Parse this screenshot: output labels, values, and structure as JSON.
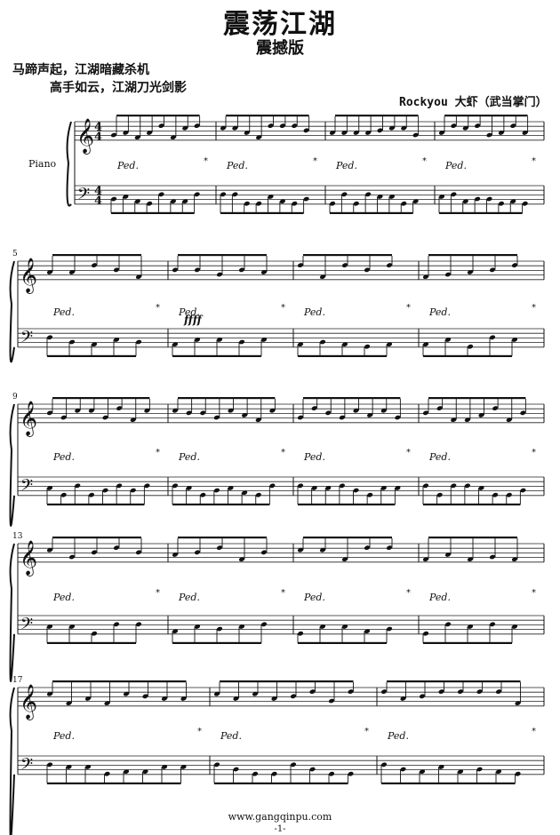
{
  "header": {
    "title": "震荡江湖",
    "subtitle": "震撼版",
    "verse_line1": "马蹄声起，江湖暗藏杀机",
    "verse_line2": "高手如云，江湖刀光剑影",
    "composer": "Rockyou 大虾（武当掌门）"
  },
  "score": {
    "instrument": "Piano",
    "time_signature": "4/4",
    "pedal_mark": "Ped.",
    "pedal_release": "*",
    "dynamic": "ffff",
    "systems": [
      {
        "first_measure": "",
        "measures": 4
      },
      {
        "first_measure": "5",
        "measures": 4
      },
      {
        "first_measure": "9",
        "measures": 4
      },
      {
        "first_measure": "13",
        "measures": 4
      },
      {
        "first_measure": "17",
        "measures": 3
      }
    ]
  },
  "footer": {
    "url": "www.gangqinpu.com",
    "page": "-1-"
  }
}
